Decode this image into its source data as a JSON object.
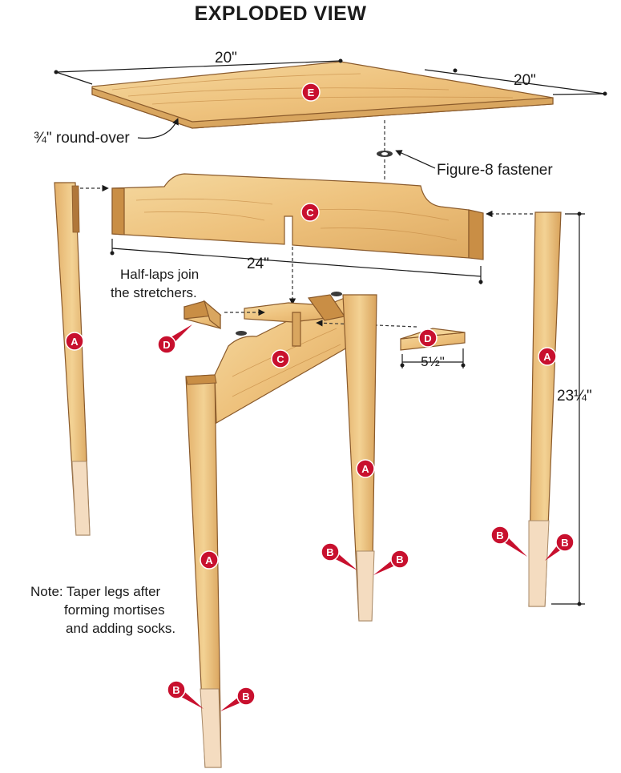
{
  "title": "EXPLODED VIEW",
  "dimensions": {
    "top_width": "20\"",
    "top_depth": "20\"",
    "stretcher_length": "24\"",
    "corner_block": "5½\"",
    "leg_height": "23¼\""
  },
  "labels": {
    "roundover": "¾\" round-over",
    "fastener": "Figure-8 fastener",
    "halflaps_line1": "Half-laps join",
    "halflaps_line2": "the stretchers.",
    "note_line1": "Note: Taper legs after",
    "note_line2": "forming mortises",
    "note_line3": "and adding socks."
  },
  "parts": {
    "top": "E",
    "stretcher": "C",
    "corner_block": "D",
    "leg": "A",
    "sock": "B"
  },
  "colors": {
    "badge": "#c8102e",
    "wood_light": "#f2cf8e",
    "wood_dark": "#d49a52",
    "sock": "#f4dcc0"
  }
}
